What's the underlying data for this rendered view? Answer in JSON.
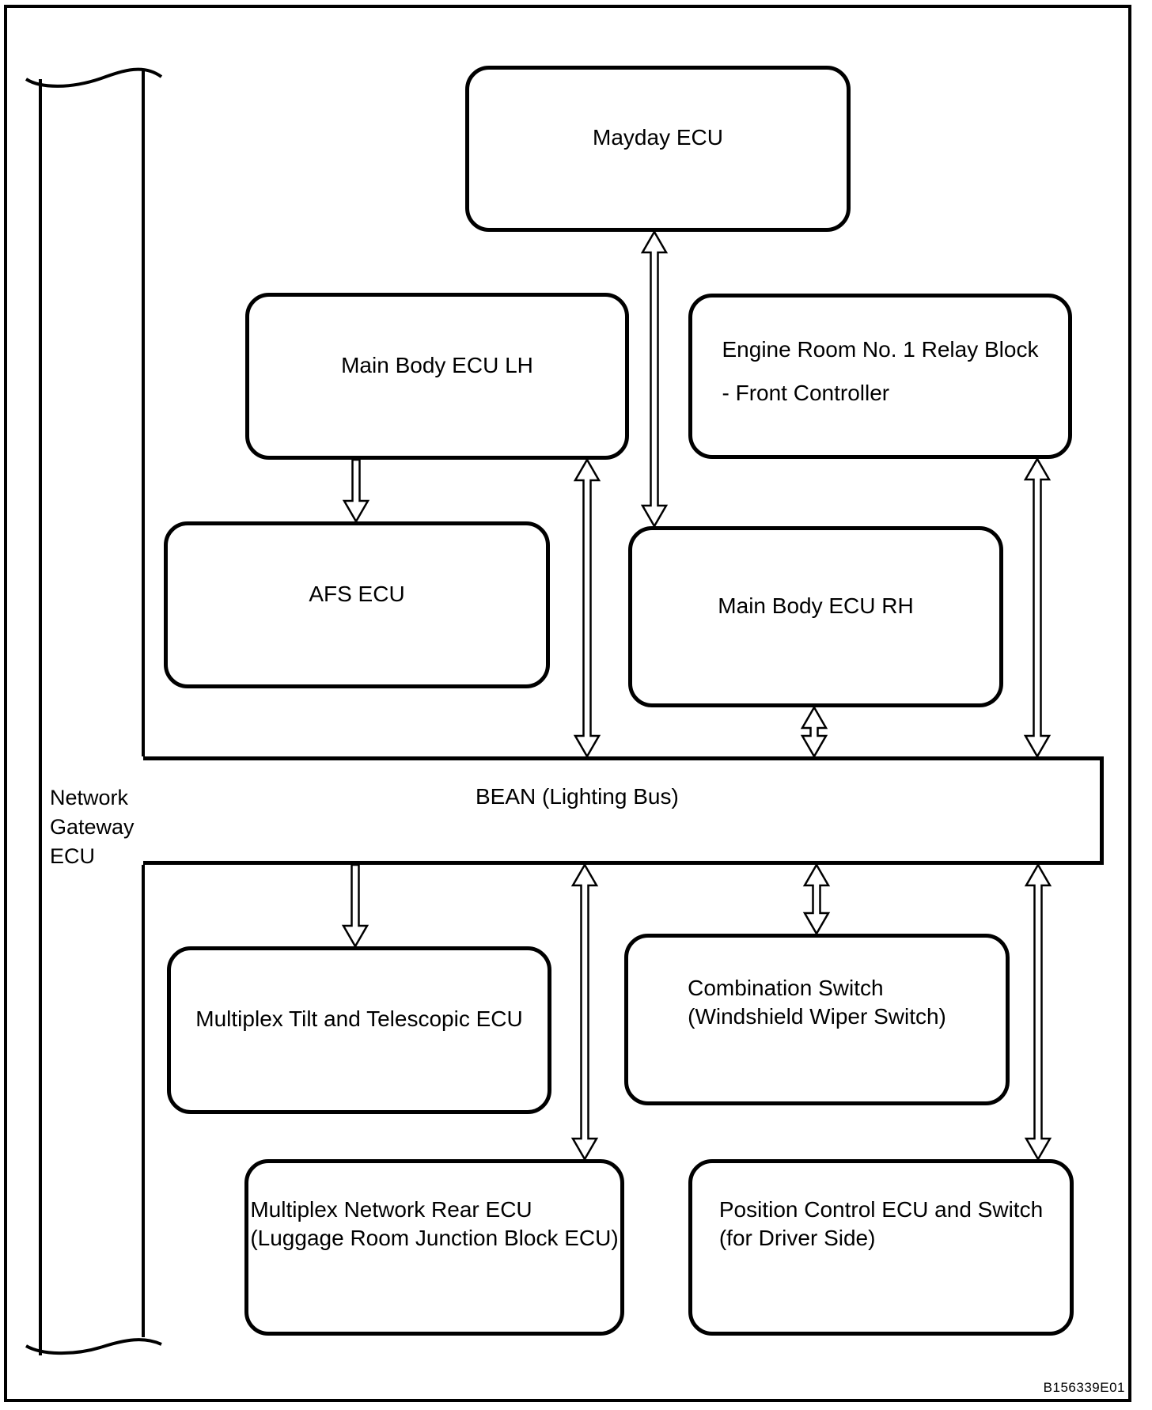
{
  "figure": {
    "id_label": "B156339E01",
    "bus": {
      "label": "BEAN (Lighting Bus)"
    },
    "gateway": {
      "line1": "Network",
      "line2": "Gateway",
      "line3": "ECU"
    },
    "nodes": {
      "mayday": {
        "label": "Mayday ECU"
      },
      "main_body_lh": {
        "label": "Main Body ECU LH"
      },
      "engine_room": {
        "line1": "Engine Room No. 1 Relay Block",
        "line2": "- Front Controller"
      },
      "afs": {
        "label": "AFS ECU"
      },
      "main_body_rh": {
        "label": "Main Body ECU RH"
      },
      "multiplex_tilt": {
        "label": "Multiplex Tilt and Telescopic ECU"
      },
      "combination_switch": {
        "line1": "Combination Switch",
        "line2": "(Windshield Wiper Switch)"
      },
      "multiplex_rear": {
        "line1": "Multiplex Network Rear ECU",
        "line2": "(Luggage Room Junction Block ECU)"
      },
      "position_control": {
        "line1": "Position Control ECU and Switch",
        "line2": "(for Driver Side)"
      }
    },
    "colors": {
      "line": "#000000",
      "background": "#ffffff"
    }
  }
}
